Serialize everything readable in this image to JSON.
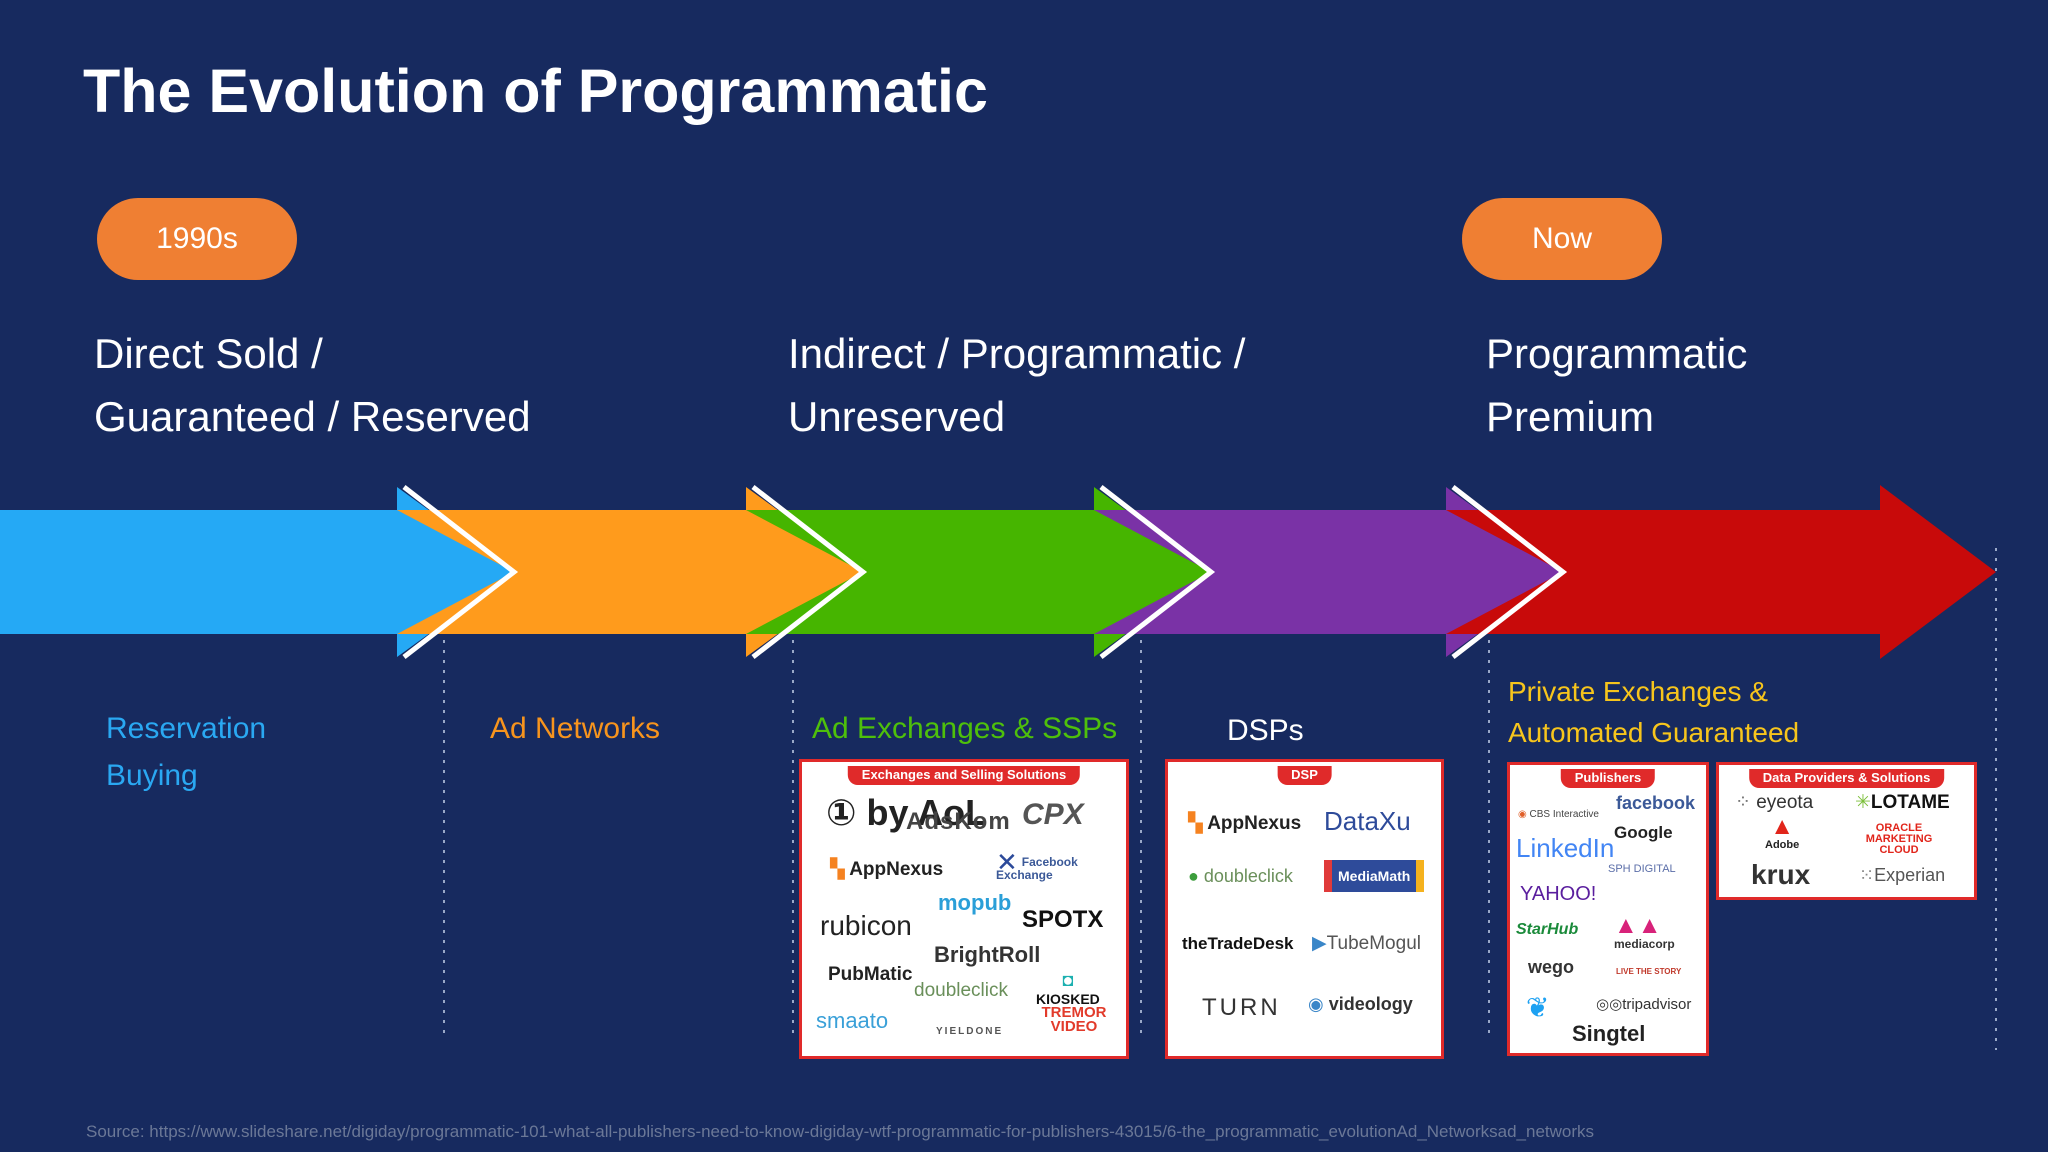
{
  "slide": {
    "title": "The Evolution of Programmatic",
    "source": "Source: https://www.slideshare.net/digiday/programmatic-101-what-all-publishers-need-to-know-digiday-wtf-programmatic-for-publishers-43015/6-the_programmatic_evolutionAd_Networksad_networks"
  },
  "timeline": {
    "start_label": "1990s",
    "end_label": "Now",
    "pill_color": "#ef7f33"
  },
  "eras": [
    {
      "lines": [
        "Direct Sold /",
        "Guaranteed / Reserved"
      ]
    },
    {
      "lines": [
        "Indirect / Programmatic /",
        "Unreserved"
      ]
    },
    {
      "lines": [
        "Programmatic",
        "Premium"
      ]
    }
  ],
  "arrow_colors": [
    "#25a9f5",
    "#ff9b1c",
    "#46b500",
    "#7a32a6",
    "#c80a0a"
  ],
  "stages": [
    {
      "lines": [
        "Reservation",
        "Buying"
      ],
      "color": "#2aa8f2"
    },
    {
      "lines": [
        "Ad Networks"
      ],
      "color": "#f7941d"
    },
    {
      "lines": [
        "Ad Exchanges & SSPs"
      ],
      "color": "#4ec00b"
    },
    {
      "lines": [
        "DSPs"
      ],
      "color": "#ffffff"
    },
    {
      "lines": [
        "Private Exchanges &",
        "Automated Guaranteed"
      ],
      "color": "#f7c51c"
    }
  ],
  "panels": {
    "exchanges": {
      "header": "Exchanges and Selling Solutions",
      "logos": [
        "① by AoL",
        "AdsKom",
        "CPX",
        "AppNexus",
        "Facebook Exchange",
        "rubicon",
        "mopub",
        "SPOTX",
        "BrightRoll",
        "PubMatic",
        "KIOSKED",
        "doubleclick",
        "smaato",
        "TREMOR VIDEO",
        "YIELDONE"
      ]
    },
    "dsp": {
      "header": "DSP",
      "logos": [
        "AppNexus",
        "DataXu",
        "doubleclick",
        "MediaMath",
        "theTradeDesk",
        "TubeMogul",
        "TURN",
        "videology"
      ]
    },
    "publishers": {
      "header": "Publishers",
      "logos": [
        "CBS Interactive",
        "facebook",
        "LinkedIn",
        "Google",
        "SPH DIGITAL",
        "YAHOO!",
        "StarHub",
        "mediacorp",
        "wego",
        "LIVE THE STORY",
        "tripadvisor",
        "Singtel"
      ]
    },
    "data_providers": {
      "header": "Data Providers & Solutions",
      "logos": [
        "eyeota",
        "LOTAME",
        "Adobe",
        "ORACLE MARKETING CLOUD",
        "krux",
        "Experian"
      ]
    }
  }
}
